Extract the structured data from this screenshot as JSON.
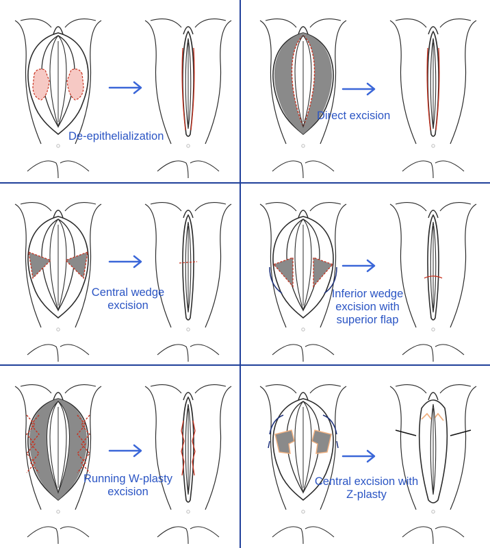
{
  "colors": {
    "outline": "#2a2a2a",
    "gray_fill": "#8a8a8a",
    "pink_fill": "#f6c9c4",
    "incision_red": "#c8321f",
    "arrow_blue": "#3a66d8",
    "caption_blue": "#2b55c4",
    "divider_blue": "#1f3f9a"
  },
  "panels": [
    {
      "id": "de-epithelialization",
      "caption": "De-epithelialization",
      "style": "pink",
      "arrow": "right-arrow"
    },
    {
      "id": "direct-excision",
      "caption": "Direct excision",
      "style": "gray-rim",
      "arrow": "right-arrow"
    },
    {
      "id": "central-wedge",
      "caption": "Central wedge excision",
      "style": "gray-wedge",
      "arrow": "right-arrow"
    },
    {
      "id": "inferior-wedge",
      "caption": "Inferior wedge excision with superior flap",
      "style": "gray-inferior",
      "arrow": "right-arrow"
    },
    {
      "id": "w-plasty",
      "caption": "Running W-plasty excision",
      "style": "gray-zigzag",
      "arrow": "right-arrow"
    },
    {
      "id": "z-plasty",
      "caption": "Central excision with Z-plasty",
      "style": "gray-z",
      "arrow": "right-arrow"
    }
  ]
}
